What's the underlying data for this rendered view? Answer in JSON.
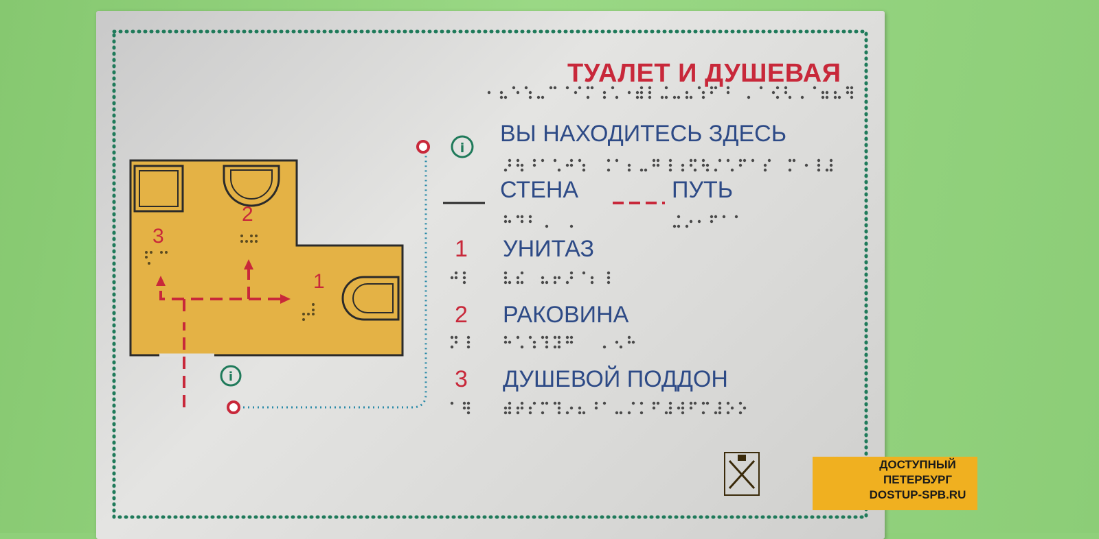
{
  "sign": {
    "title": "ТУАЛЕТ И ДУШЕВАЯ",
    "legend": {
      "you_are_here": "ВЫ НАХОДИТЕСЬ ЗДЕСЬ",
      "wall": "СТЕНА",
      "path": "ПУТЬ",
      "items": [
        {
          "number": "1",
          "label": "УНИТАЗ"
        },
        {
          "number": "2",
          "label": "РАКОВИНА"
        },
        {
          "number": "3",
          "label": "ДУШЕВОЙ ПОДДОН"
        }
      ]
    },
    "map": {
      "labels": [
        "1",
        "2",
        "3"
      ]
    },
    "logo": {
      "line1": "ДОСТУПНЫЙ",
      "line2": "ПЕТЕРБУРГ",
      "line3": "DOSTUP-SPB.RU"
    },
    "colors": {
      "title_red": "#c8283a",
      "legend_blue": "#2d4a86",
      "border_green": "#1f7a5a",
      "floor_yellow": "#e4b245",
      "route_teal": "#2a8aa8",
      "logo_yellow": "#f0b020",
      "wall_green": "#8fd07a"
    },
    "icons": [
      "info-icon",
      "toilet-icon",
      "sink-icon",
      "shower-tray-icon",
      "coat-of-arms-icon"
    ]
  }
}
